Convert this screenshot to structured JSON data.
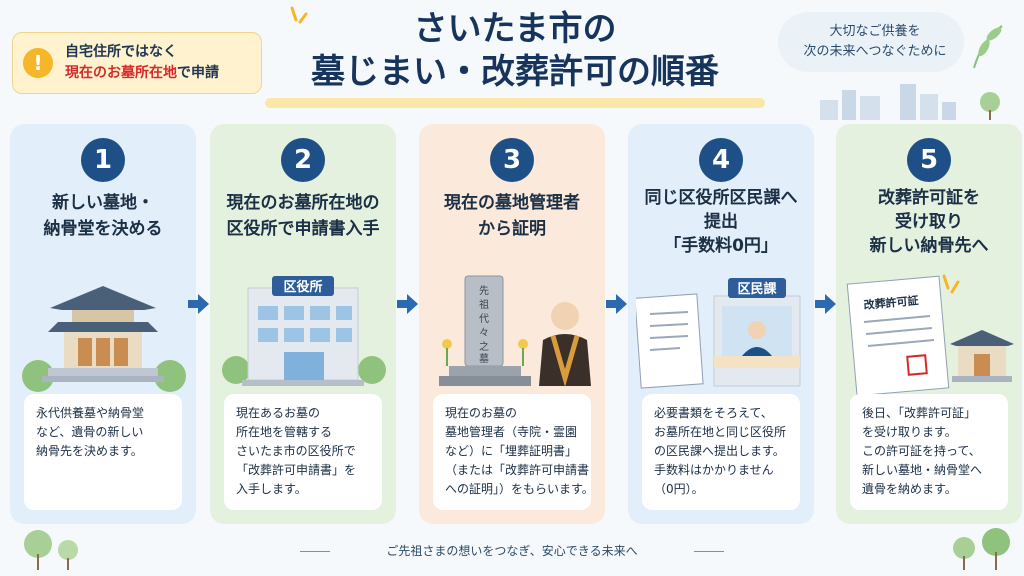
{
  "notice": {
    "line1": "自宅住所ではなく",
    "line2_highlight": "現在のお墓所在地",
    "line2_rest": "で申請",
    "icon": "exclamation-icon"
  },
  "title": {
    "line1": "さいたま市の",
    "line2": "墓じまい・改葬許可の順番"
  },
  "tagline": {
    "line1": "大切なご供養を",
    "line2": "次の未来へつなぐために"
  },
  "steps": [
    {
      "num": "1",
      "title": [
        "新しい墓地・",
        "納骨堂を決める"
      ],
      "desc": [
        "永代供養墓や納骨堂",
        "など、遺骨の新しい",
        "納骨先を決めます。"
      ],
      "color": "#e2eef9"
    },
    {
      "num": "2",
      "title": [
        "現在のお墓所在地の",
        "区役所で申請書入手"
      ],
      "sign": "区役所",
      "desc": [
        "現在あるお墓の",
        "所在地を管轄する",
        "さいたま市の区役所で",
        "「改葬許可申請書」を",
        "入手します。"
      ],
      "color": "#e4f1df"
    },
    {
      "num": "3",
      "title": [
        "現在の墓地管理者",
        "から証明"
      ],
      "grave_text": "先祖代々之墓",
      "desc": [
        "現在のお墓の",
        "墓地管理者（寺院・霊園",
        "など）に「埋葬証明書」",
        "（または「改葬許可申請書",
        "への証明」）をもらいます。"
      ],
      "color": "#fbeadb"
    },
    {
      "num": "4",
      "title": [
        "同じ区役所区民課へ",
        "提出",
        "「手数料0円」"
      ],
      "sign": "区民課",
      "desc": [
        "必要書類をそろえて、",
        "お墓所在地と同じ区役所",
        "の区民課へ提出します。",
        "手数料はかかりません",
        "（0円）。"
      ],
      "color": "#e2eef9"
    },
    {
      "num": "5",
      "title": [
        "改葬許可証を",
        "受け取り",
        "新しい納骨先へ"
      ],
      "doc_title": "改葬許可証",
      "desc": [
        "後日、「改葬許可証」",
        "を受け取ります。",
        "この許可証を持って、",
        "新しい墓地・納骨堂へ",
        "遺骨を納めます。"
      ],
      "color": "#e4f1df"
    }
  ],
  "footer": "ご先祖さまの想いをつなぎ、安心できる未来へ",
  "colors": {
    "accent": "#1e4f86",
    "title": "#17355c",
    "highlight": "#d62a2a",
    "arrow": "#2b69b0"
  }
}
